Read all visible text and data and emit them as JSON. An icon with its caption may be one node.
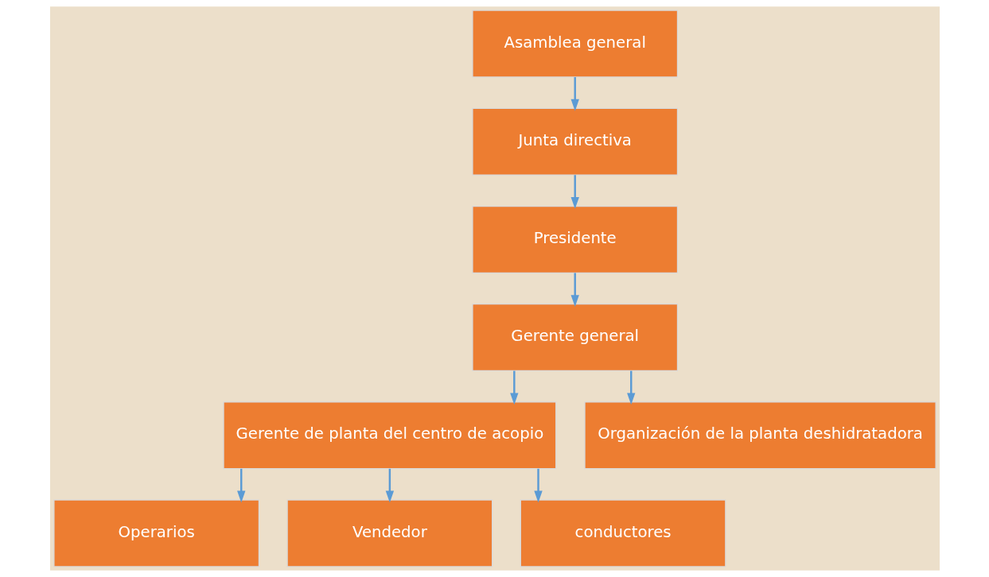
{
  "diagram": {
    "nodes": [
      {
        "text": [
          "Asamblea general"
        ]
      },
      {
        "text": [
          "Junta directiva"
        ]
      },
      {
        "text": [
          "Presidente"
        ]
      },
      {
        "text": [
          "Gerente general"
        ]
      },
      {
        "text": [
          "Gerente de planta del centro de acopio"
        ]
      },
      {
        "text": [
          "Organización de la planta deshidratadora"
        ]
      },
      {
        "text": [
          "Operarios"
        ]
      },
      {
        "text": [
          "Vendedor"
        ]
      },
      {
        "text": [
          "conductores"
        ]
      }
    ],
    "edges": [
      {
        "from": 0,
        "to": 1,
        "arrow": "to"
      },
      {
        "from": 1,
        "to": 2,
        "arrow": "to"
      },
      {
        "from": 2,
        "to": 3,
        "arrow": "to"
      },
      {
        "from": 3,
        "to": 4,
        "arrow": "to"
      },
      {
        "from": 3,
        "to": 5,
        "arrow": "to"
      },
      {
        "from": 4,
        "to": 6,
        "arrow": "to"
      },
      {
        "from": 4,
        "to": 7,
        "arrow": "to"
      },
      {
        "from": 4,
        "to": 8,
        "arrow": "to"
      }
    ]
  }
}
